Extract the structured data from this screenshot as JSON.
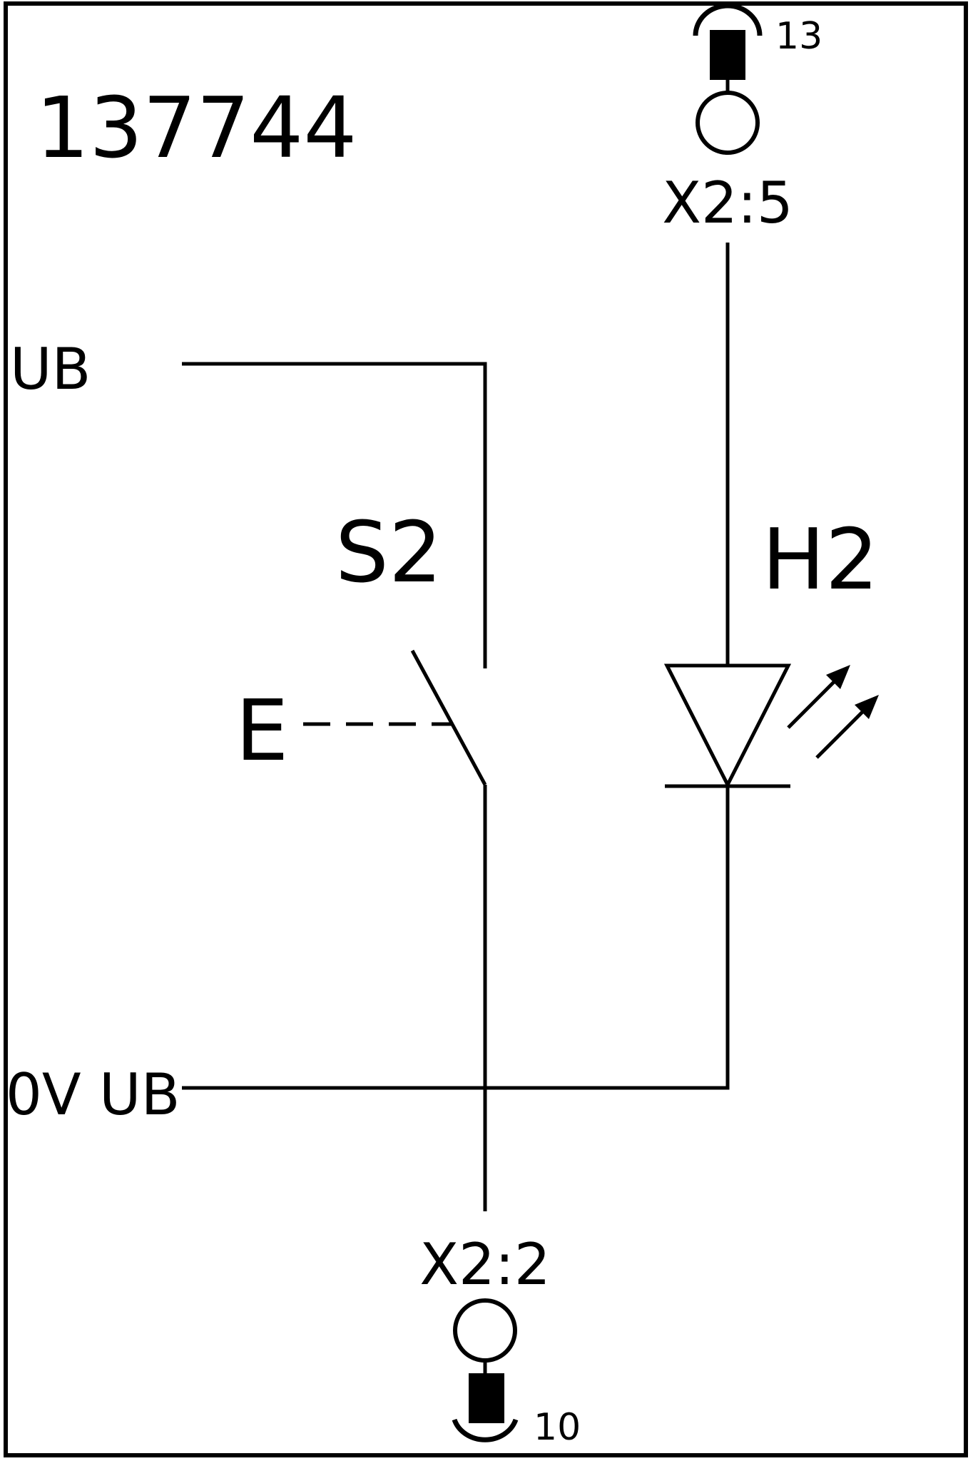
{
  "diagram": {
    "part_number": "137744",
    "labels": {
      "supply": "UB",
      "ground": "0V UB",
      "switch": "S2",
      "actuator": "E",
      "lamp": "H2"
    },
    "terminals": {
      "top": {
        "name": "X2:5",
        "pin": "13"
      },
      "bottom": {
        "name": "X2:2",
        "pin": "10"
      }
    }
  }
}
